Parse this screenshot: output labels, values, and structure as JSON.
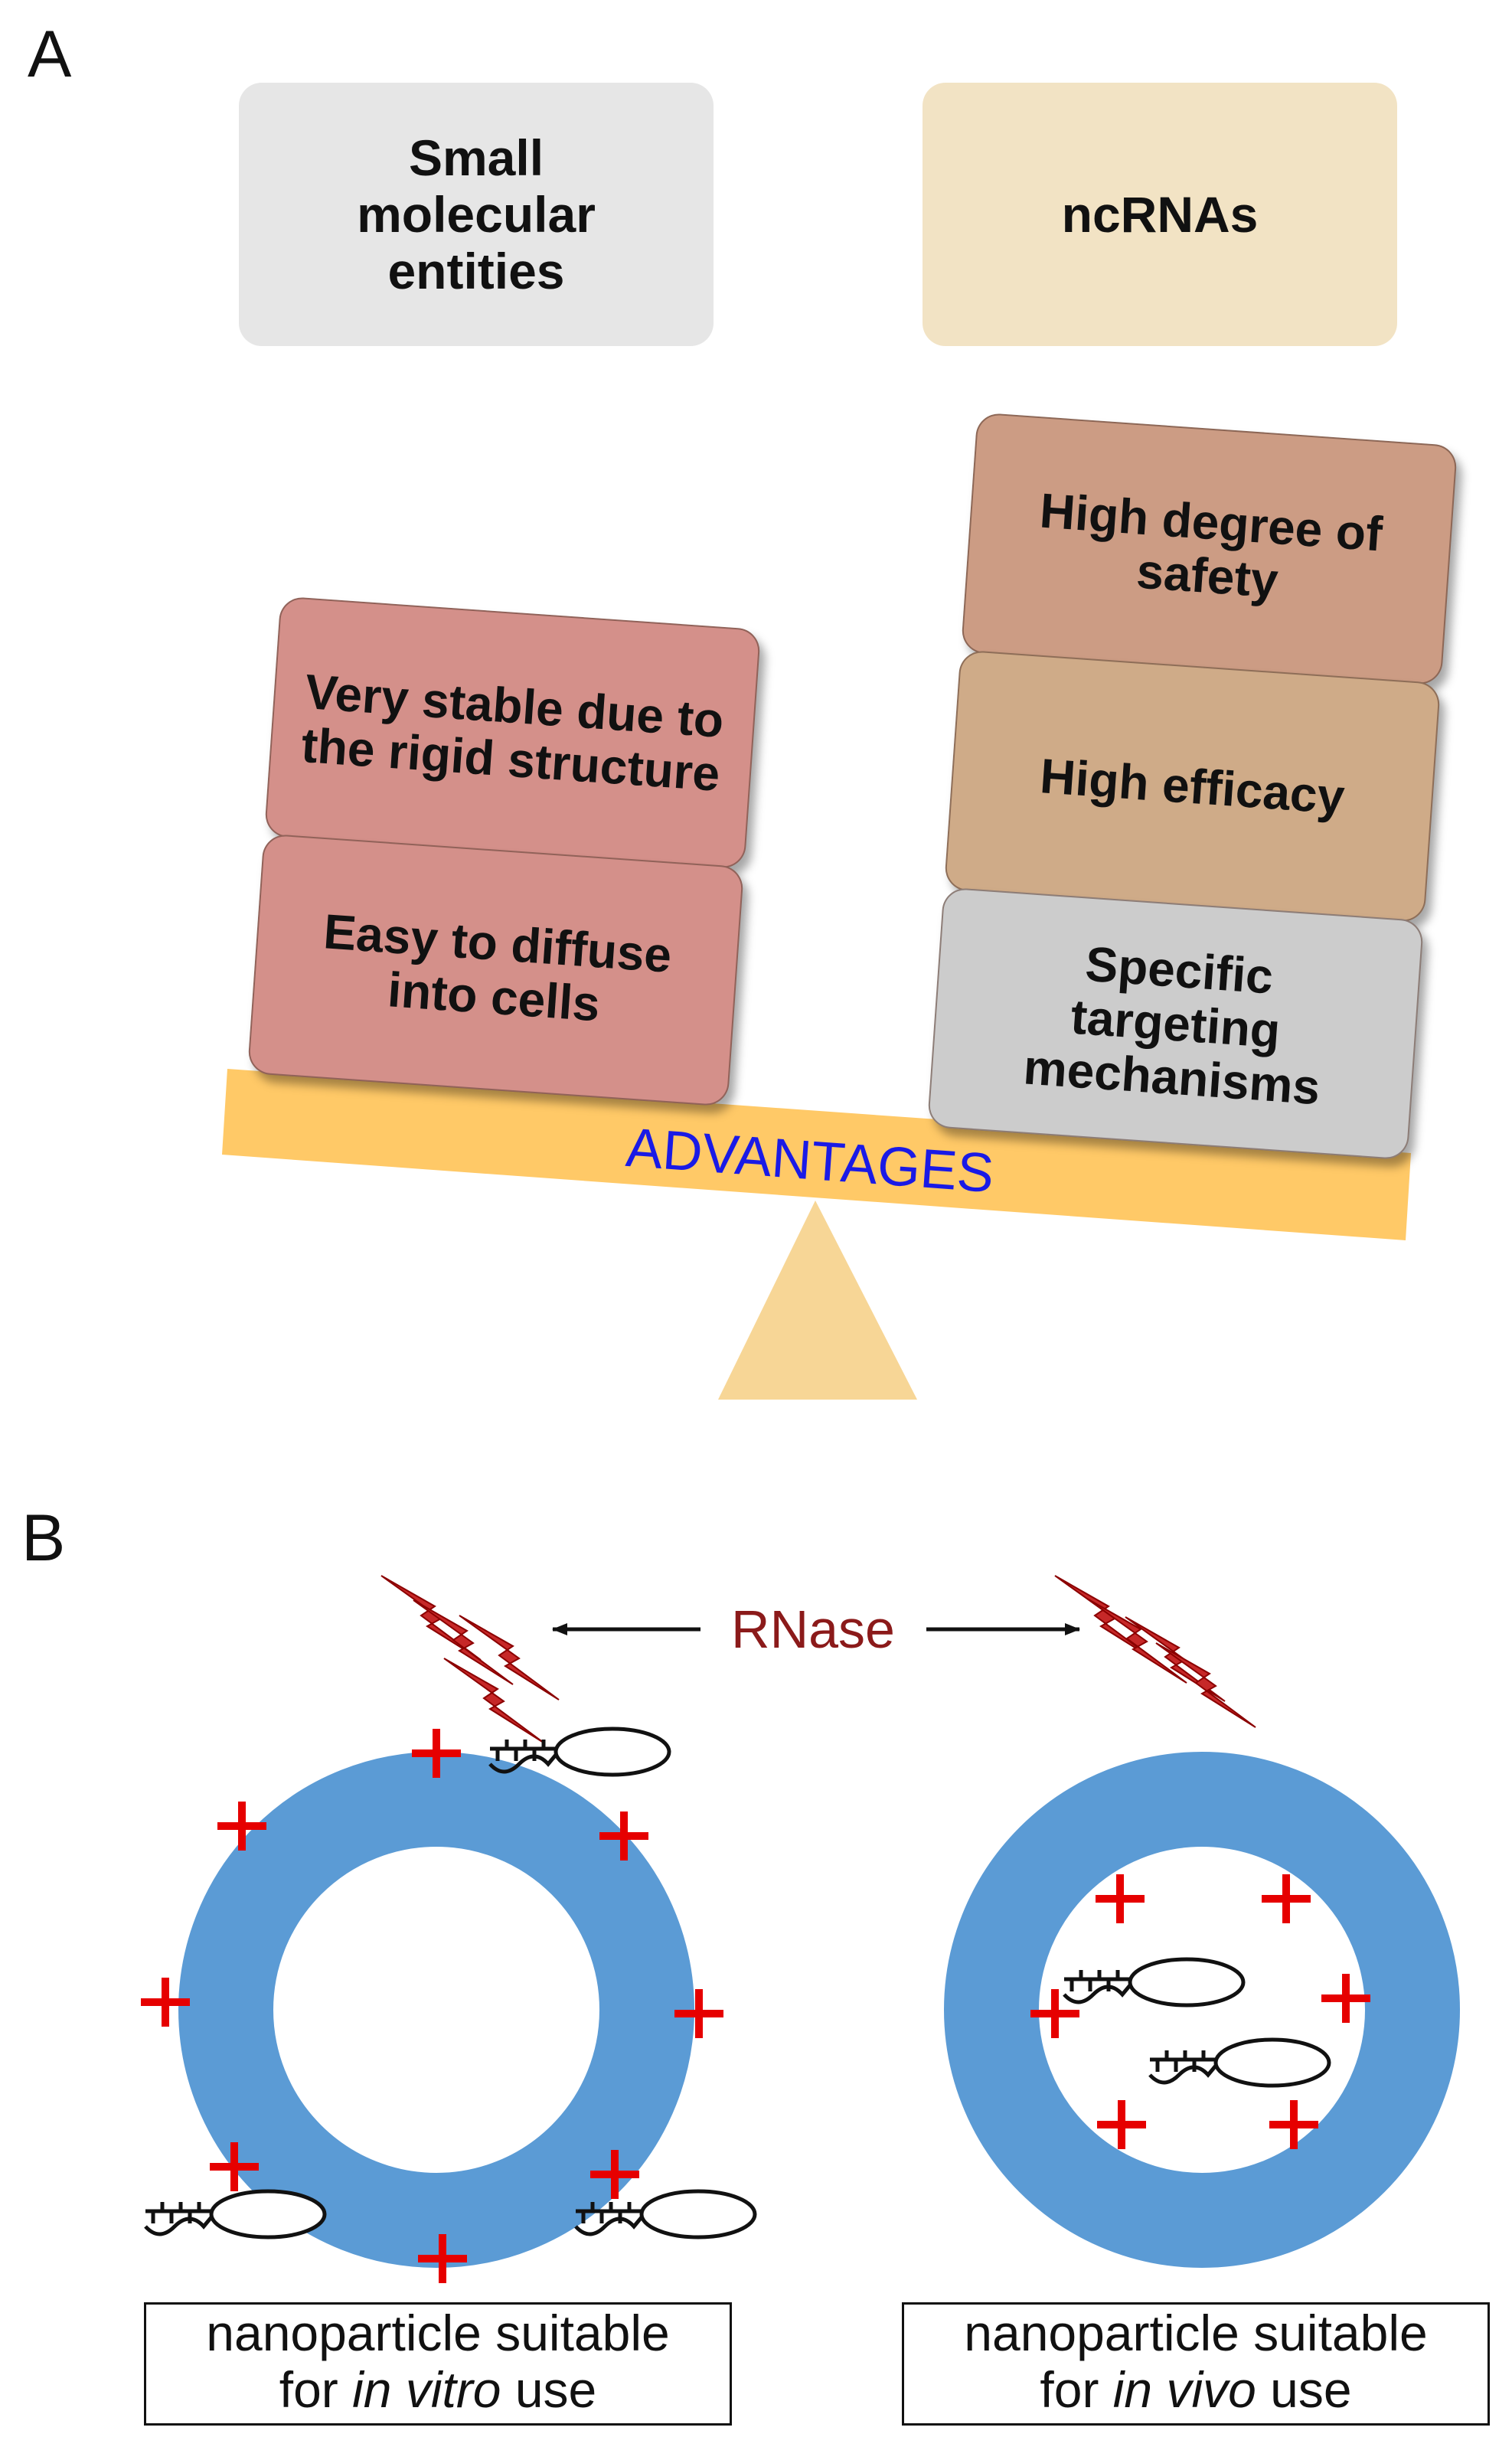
{
  "panels": {
    "a_label": "A",
    "b_label": "B"
  },
  "panel_a": {
    "category_left": "Small molecular entities",
    "category_right": "ncRNAs",
    "left_stack": [
      "Very stable due to the rigid structure",
      "Easy to diffuse into cells"
    ],
    "right_stack": [
      "High degree of safety",
      "High efficacy",
      "Specific targeting mechanisms"
    ],
    "beam_label": "ADVANTAGES"
  },
  "panel_b": {
    "rnase_label": "RNase",
    "caption_left": {
      "line1": "nanoparticle suitable",
      "pre": "for ",
      "italic": "in vitro",
      "post": " use"
    },
    "caption_right": {
      "line1": "nanoparticle suitable",
      "pre": "for ",
      "italic": "in vivo",
      "post": " use"
    }
  },
  "colors": {
    "small_molecule_box": "#e6e6e6",
    "ncrna_box": "#f2e3c4",
    "left_stack_box": "#d4908a",
    "safety_box": "#cc9c84",
    "efficacy_box": "#cfab88",
    "targeting_box": "#cccccc",
    "beam": "#ffc967",
    "fulcrum": "#f7d696",
    "advantages_text": "#1a1ae6",
    "nanoparticle_ring": "#5b9bd5",
    "plus_sign": "#e60000",
    "rnase_text": "#8b1a1a",
    "rnase_bolt": "#b22222"
  }
}
